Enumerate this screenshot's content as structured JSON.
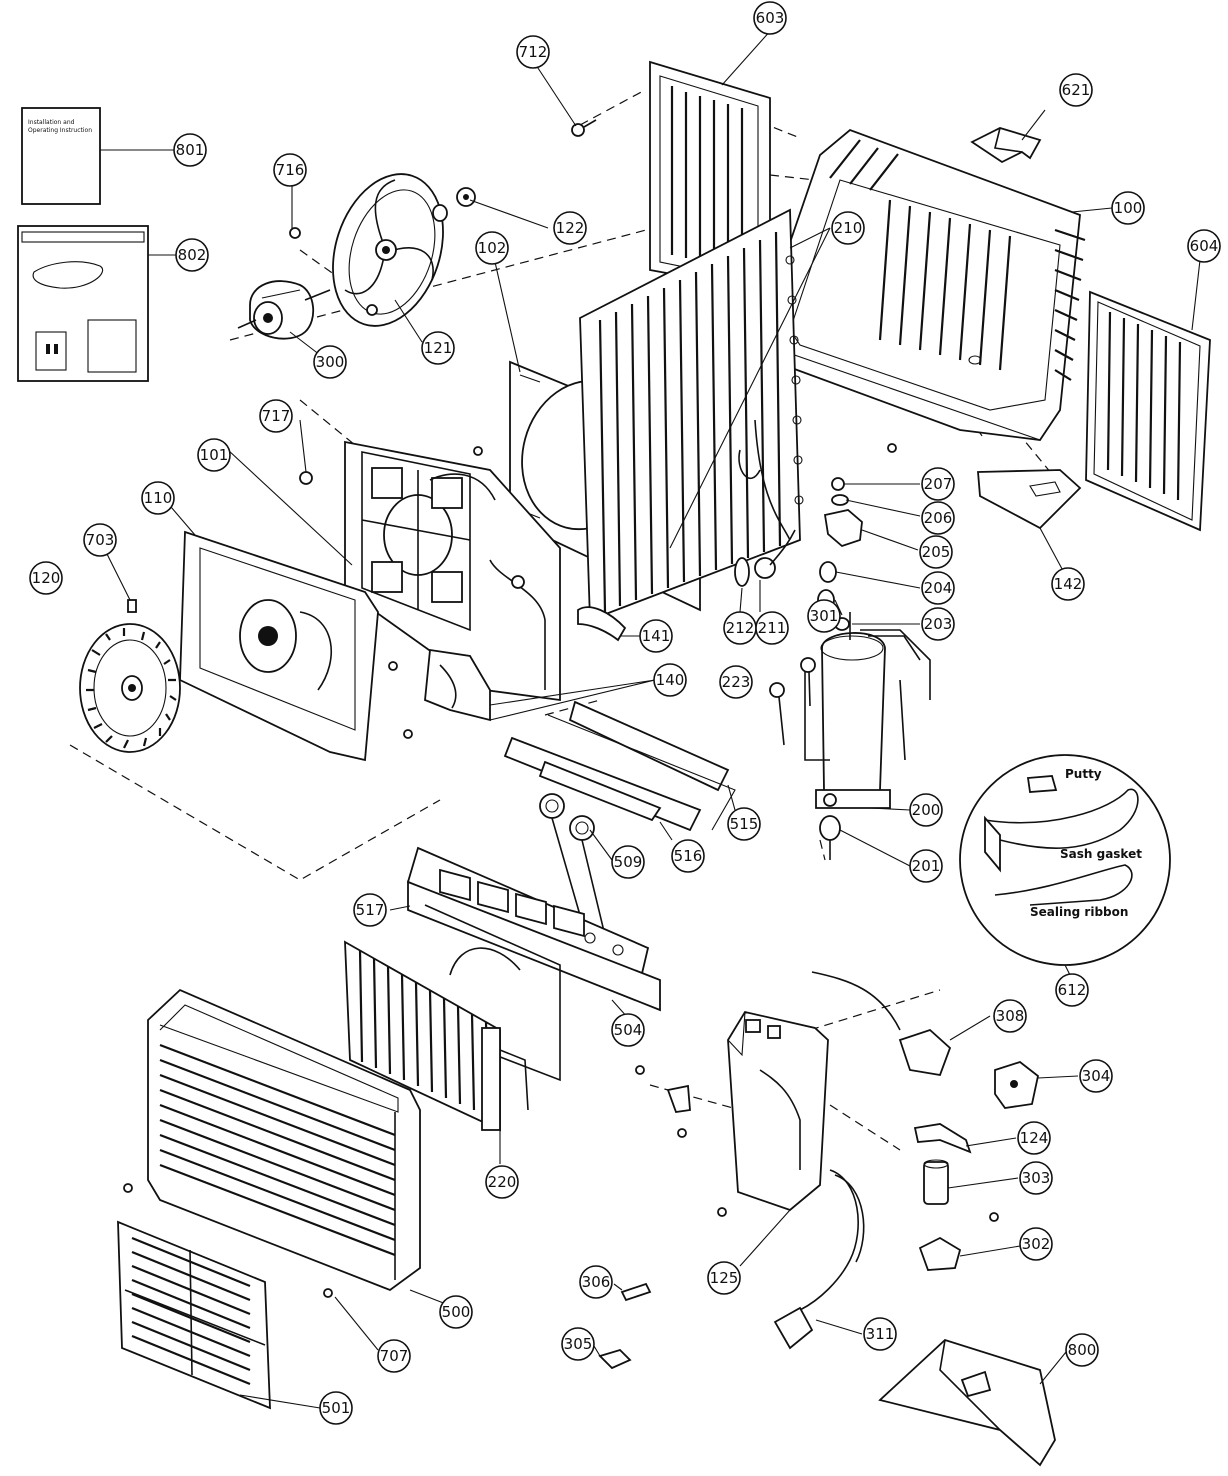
{
  "manual": {
    "line1": "Installation and",
    "line2": "Operating Instruction"
  },
  "labels": {
    "putty": "Putty",
    "sash_gasket": "Sash gasket",
    "sealing_ribbon": "Sealing ribbon"
  },
  "callouts": {
    "p100": "100",
    "p101": "101",
    "p102": "102",
    "p110": "110",
    "p120": "120",
    "p121": "121",
    "p122": "122",
    "p124": "124",
    "p125": "125",
    "p140": "140",
    "p141": "141",
    "p142": "142",
    "p200": "200",
    "p201": "201",
    "p203": "203",
    "p204": "204",
    "p205": "205",
    "p206": "206",
    "p207": "207",
    "p210": "210",
    "p211": "211",
    "p212": "212",
    "p220": "220",
    "p223": "223",
    "p300": "300",
    "p301": "301",
    "p302": "302",
    "p303": "303",
    "p304": "304",
    "p305": "305",
    "p306": "306",
    "p308": "308",
    "p311": "311",
    "p500": "500",
    "p501": "501",
    "p504": "504",
    "p509": "509",
    "p515": "515",
    "p516": "516",
    "p517": "517",
    "p603": "603",
    "p604": "604",
    "p612": "612",
    "p621": "621",
    "p703": "703",
    "p707": "707",
    "p712": "712",
    "p716": "716",
    "p717": "717",
    "p800": "800",
    "p801": "801",
    "p802": "802"
  }
}
